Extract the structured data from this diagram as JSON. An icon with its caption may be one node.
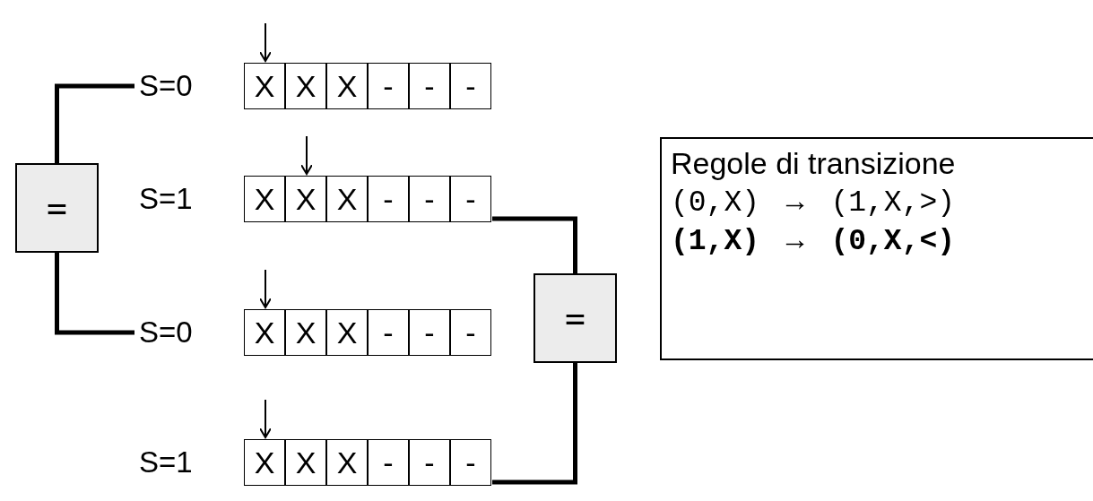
{
  "diagram": {
    "nodes": [
      {
        "text": [],
        "shape": "box",
        "beside": [
          "S=0"
        ]
      },
      {
        "text": [
          "X"
        ],
        "in": 0
      },
      {
        "text": [
          "X"
        ],
        "in": 0
      },
      {
        "text": [
          "X"
        ],
        "in": 0
      },
      {
        "text": [
          "-"
        ],
        "in": 0
      },
      {
        "text": [
          "-"
        ],
        "in": 0
      },
      {
        "text": [
          "-"
        ],
        "in": 0
      },
      {
        "text": [
          "="
        ]
      },
      {
        "text": [],
        "shape": "box",
        "beside": [
          "S=1"
        ]
      },
      {
        "text": [
          "X"
        ],
        "in": 8
      },
      {
        "text": [
          "X"
        ],
        "in": 8
      },
      {
        "text": [
          "X"
        ],
        "in": 8
      },
      {
        "text": [
          "-"
        ],
        "in": 8
      },
      {
        "text": [
          "-"
        ],
        "in": 8
      },
      {
        "text": [
          "-"
        ],
        "in": 8
      },
      {
        "text": [],
        "shape": "box",
        "beside": [
          "S=0"
        ]
      },
      {
        "text": [
          "X"
        ],
        "in": 15
      },
      {
        "text": [
          "X"
        ],
        "in": 15
      },
      {
        "text": [
          "X"
        ],
        "in": 15
      },
      {
        "text": [
          "-"
        ],
        "in": 15
      },
      {
        "text": [
          "-"
        ],
        "in": 15
      },
      {
        "text": [
          "-"
        ],
        "in": 15
      },
      {
        "text": [
          "="
        ]
      },
      {
        "text": [],
        "shape": "box",
        "beside": [
          "S=1"
        ]
      },
      {
        "text": [
          "X"
        ],
        "in": 23
      },
      {
        "text": [
          "X"
        ],
        "in": 23
      },
      {
        "text": [
          "X"
        ],
        "in": 23
      },
      {
        "text": [
          "-"
        ],
        "in": 23
      },
      {
        "text": [
          "-"
        ],
        "in": 23
      },
      {
        "text": [
          "-"
        ],
        "in": 23
      },
      {
        "text": [
          "Regole di transizione",
          "(0,X) → (1,X,>)",
          "**(1,X)** → **(0,X,<)**"
        ]
      }
    ],
    "edges": [
      {
        "from": 7,
        "to": 0,
        "arrow": "none",
        "style": "thick"
      },
      {
        "from": 7,
        "to": 15,
        "arrow": "none",
        "style": "thick"
      },
      {
        "from": 22,
        "to": 8,
        "arrow": "none",
        "style": "thick"
      },
      {
        "from": 22,
        "to": 23,
        "arrow": "none",
        "style": "thick"
      },
      {
        "from": null,
        "to": 1,
        "arrow": "to"
      },
      {
        "from": null,
        "to": 10,
        "arrow": "to"
      },
      {
        "from": null,
        "to": 16,
        "arrow": "to"
      },
      {
        "from": null,
        "to": 24,
        "arrow": "to"
      }
    ]
  }
}
